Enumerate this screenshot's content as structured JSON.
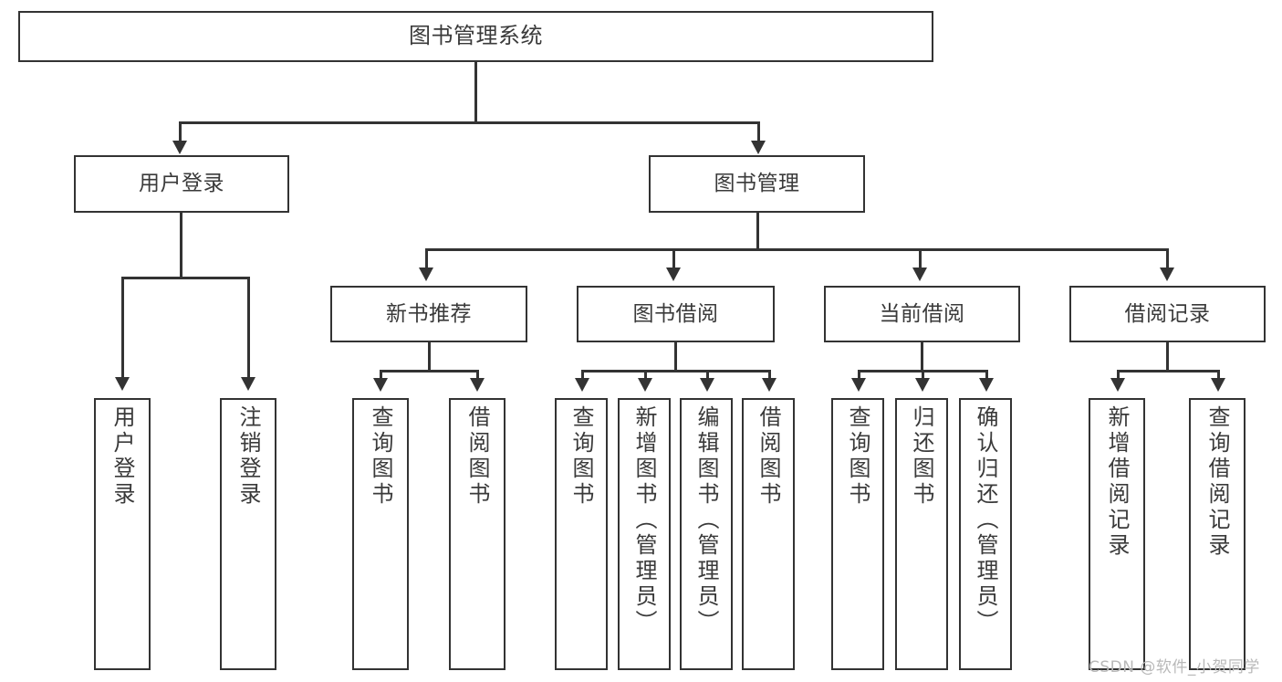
{
  "diagram": {
    "title": "图书管理系统",
    "root": {
      "label": "图书管理系统"
    },
    "level2": [
      {
        "label": "用户登录"
      },
      {
        "label": "图书管理"
      }
    ],
    "level3": [
      {
        "label": "新书推荐"
      },
      {
        "label": "图书借阅"
      },
      {
        "label": "当前借阅"
      },
      {
        "label": "借阅记录"
      }
    ],
    "leaves": [
      {
        "label": "用户登录"
      },
      {
        "label": "注销登录"
      },
      {
        "label": "查询图书"
      },
      {
        "label": "借阅图书"
      },
      {
        "label": "查询图书"
      },
      {
        "label": "新增图书（管理员）"
      },
      {
        "label": "编辑图书（管理员）"
      },
      {
        "label": "借阅图书"
      },
      {
        "label": "查询图书"
      },
      {
        "label": "归还图书"
      },
      {
        "label": "确认归还（管理员）"
      },
      {
        "label": "新增借阅记录"
      },
      {
        "label": "查询借阅记录"
      }
    ]
  },
  "watermark": {
    "text": "CSDN @软件_小贺同学"
  },
  "colors": {
    "stroke": "#333333",
    "text": "#3a3a3a",
    "background": "#ffffff",
    "watermark": "#b9b9b9"
  }
}
